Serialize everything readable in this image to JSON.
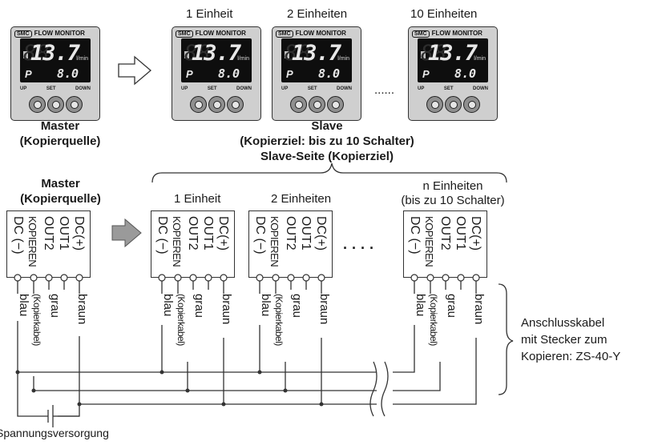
{
  "top": {
    "units": [
      "1 Einheit",
      "2 Einheiten",
      "10 Einheiten"
    ],
    "dots": "......",
    "master_label": [
      "Master",
      "(Kopierquelle)"
    ],
    "slave_label": [
      "Slave",
      "(Kopierziel: bis zu 10 Schalter)"
    ]
  },
  "device": {
    "brand": "SMC",
    "title": "FLOW MONITOR",
    "value": "13.7",
    "ghost": "88",
    "sp_label": "P",
    "sp_value": "8.0",
    "unit": "l/min",
    "buttons": [
      "UP",
      "SET",
      "DOWN"
    ]
  },
  "bottom": {
    "slave_side": "Slave-Seite (Kopierziel)",
    "master_label": [
      "Master",
      "(Kopierquelle)"
    ],
    "units": [
      "1 Einheit",
      "2 Einheiten"
    ],
    "n_units": [
      "n Einheiten",
      "(bis zu 10 Schalter)"
    ],
    "dots": "· · · ·",
    "pins": [
      "DC(+)",
      "OUT1",
      "OUT2",
      "KOPIEREN",
      "DC (−)"
    ],
    "wires": [
      "blau",
      "(Kopierkabel)",
      "grau",
      "braun"
    ],
    "cable_note": [
      "Anschlusskabel",
      "mit Stecker zum",
      "Kopieren: ZS-40-Y"
    ],
    "power": "Spannungsversorgung"
  }
}
